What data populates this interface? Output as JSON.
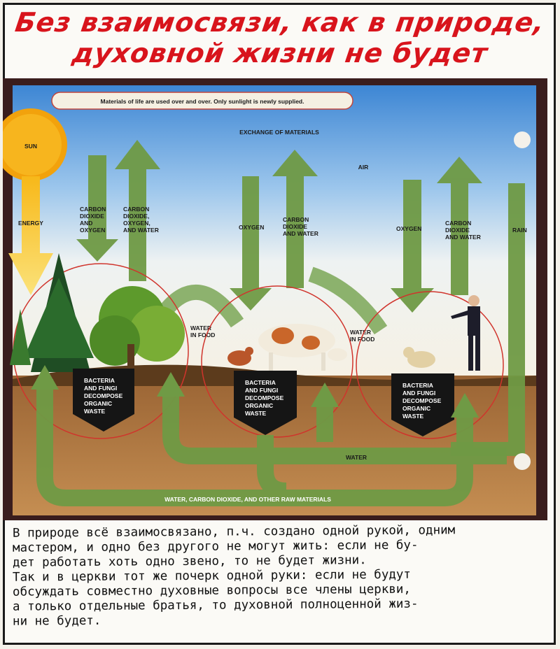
{
  "header": {
    "title_line1": "Без взаимосвязи, как в природе,",
    "title_line2": "духовной жизни не будет"
  },
  "diagram": {
    "banner": "Materials of life are used over and over. Only sunlight is newly supplied.",
    "heading": "EXCHANGE OF MATERIALS",
    "air": "AIR",
    "sun": "SUN",
    "energy": "ENERGY",
    "co2_oxygen": [
      "CARBON",
      "DIOXIDE",
      "AND",
      "OXYGEN"
    ],
    "co2_oxygen_water": [
      "CARBON",
      "DIOXIDE,",
      "OXYGEN,",
      "AND WATER"
    ],
    "oxygen_1": "OXYGEN",
    "co2_water_1": [
      "CARBON",
      "DIOXIDE",
      "AND WATER"
    ],
    "oxygen_2": "OXYGEN",
    "co2_water_2": [
      "CARBON",
      "DIOXIDE",
      "AND WATER"
    ],
    "rain": "RAIN",
    "water_in_food_1": [
      "WATER",
      "IN FOOD"
    ],
    "water_in_food_2": [
      "WATER",
      "IN FOOD"
    ],
    "bacteria": [
      "BACTERIA",
      "AND FUNGI",
      "DECOMPOSE",
      "ORGANIC",
      "WASTE"
    ],
    "water": "WATER",
    "raw_materials": "WATER, CARBON DIOXIDE, AND OTHER RAW MATERIALS"
  },
  "note": {
    "lines": [
      "В природе всё взаимосвязано, п.ч. создано одной рукой, одним",
      "мастером, и одно без другого не могут жить: если не бу-",
      "дет работать хоть одно звено, то не будет жизни.",
      "Так и в церкви тот же почерк одной руки: если не будут",
      "обсуждать совместно духовные вопросы все члены церкви,",
      "а только отдельные братья, то духовной полноценной жиз-",
      "ни не будет."
    ]
  },
  "colors": {
    "title_red": "#d8141c",
    "arrow_green": "#6f9a45",
    "sun_orange": "#f2a20c",
    "soil_brown": "#8a5a2e",
    "sky_blue": "#4a8fd6",
    "circle_red": "#d0342c"
  }
}
